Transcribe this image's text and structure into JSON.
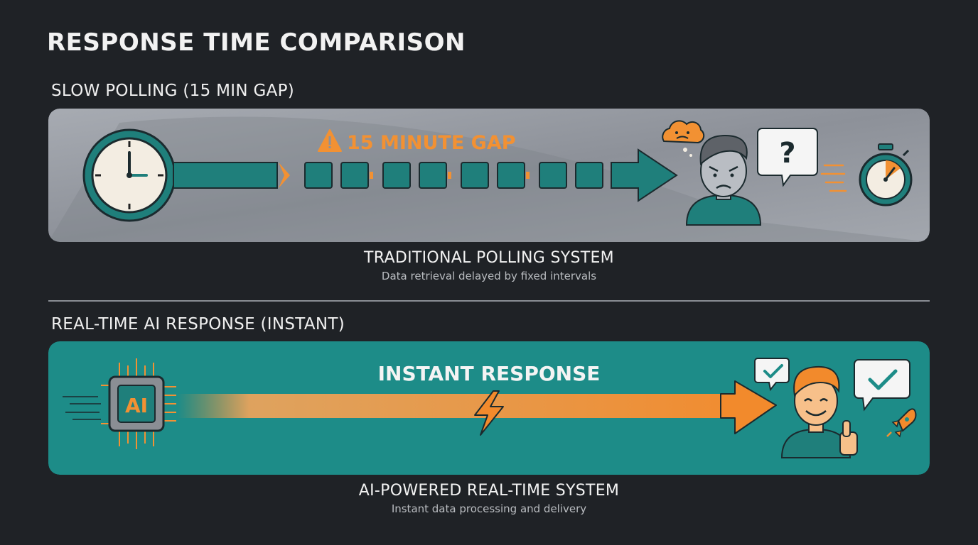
{
  "page": {
    "title": "RESPONSE TIME COMPARISON"
  },
  "slow_section": {
    "label": "SLOW POLLING (15 MIN GAP)",
    "gap_label": "15 MINUTE GAP",
    "question_mark": "?",
    "caption_title": "TRADITIONAL POLLING SYSTEM",
    "caption_subtitle": "Data retrieval delayed by fixed intervals",
    "icons": [
      "clock-icon",
      "warning-icon",
      "frustrated-user-icon",
      "angry-cloud-icon",
      "question-bubble-icon",
      "stopwatch-icon"
    ]
  },
  "fast_section": {
    "label": "REAL-TIME AI RESPONSE (INSTANT)",
    "arrow_label": "INSTANT RESPONSE",
    "chip_label": "AI",
    "caption_title": "AI-POWERED REAL-TIME SYSTEM",
    "caption_subtitle": "Instant data processing and delivery",
    "icons": [
      "ai-chip-icon",
      "lightning-icon",
      "happy-user-icon",
      "check-bubble-icon",
      "rocket-icon"
    ]
  },
  "colors": {
    "background": "#1f2226",
    "slow_panel": "#9a9ea6",
    "teal": "#1f8a86",
    "teal_dark": "#17605e",
    "orange": "#f29133"
  }
}
